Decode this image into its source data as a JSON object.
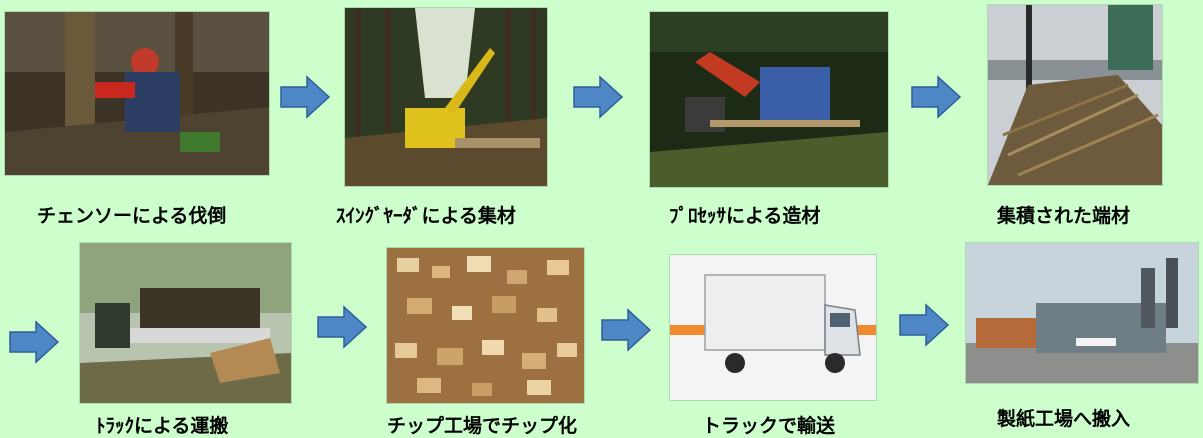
{
  "steps": [
    {
      "caption": "チェンソーによる伐倒",
      "photo": "worker-felling-tree-with-chainsaw"
    },
    {
      "caption": "ｽｲﾝｸﾞﾔｰﾀﾞによる集材",
      "photo": "swing-yarder-in-cedar-forest"
    },
    {
      "caption": "ﾌﾟﾛｾｯｻによる造材",
      "photo": "processor-machine-bucking-logs"
    },
    {
      "caption": "集積された端材",
      "photo": "pile-of-offcut-wood"
    },
    {
      "caption": "ﾄﾗｯｸによる運搬",
      "photo": "log-truck-loaded-with-timber"
    },
    {
      "caption": "チップ工場でチップ化",
      "photo": "close-up-of-wood-chips"
    },
    {
      "caption": "トラックで輸送",
      "photo": "white-box-truck"
    },
    {
      "caption": "製紙工場へ搬入",
      "photo": "paper-mill-factory"
    }
  ],
  "colors": {
    "background": "#ccffcc",
    "arrow_fill": "#4f86c6",
    "arrow_stroke": "#2e5f99"
  },
  "icons": {
    "arrow": "right-arrow-icon"
  }
}
